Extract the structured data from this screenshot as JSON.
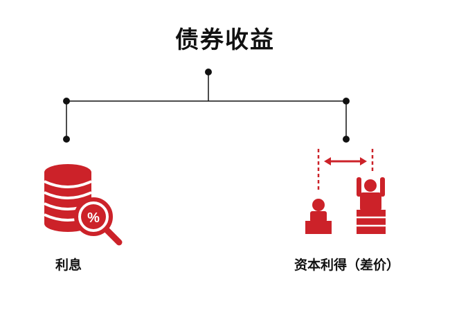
{
  "title": "债券收益",
  "branches": [
    {
      "label": "利息",
      "icon": "coin-stack-magnifier-percent-icon"
    },
    {
      "label": "资本利得（差价）",
      "icon": "price-difference-figures-icon"
    }
  ],
  "percent_symbol": "%",
  "colors": {
    "accent": "#cc2229",
    "line": "#111111",
    "text": "#111111"
  }
}
